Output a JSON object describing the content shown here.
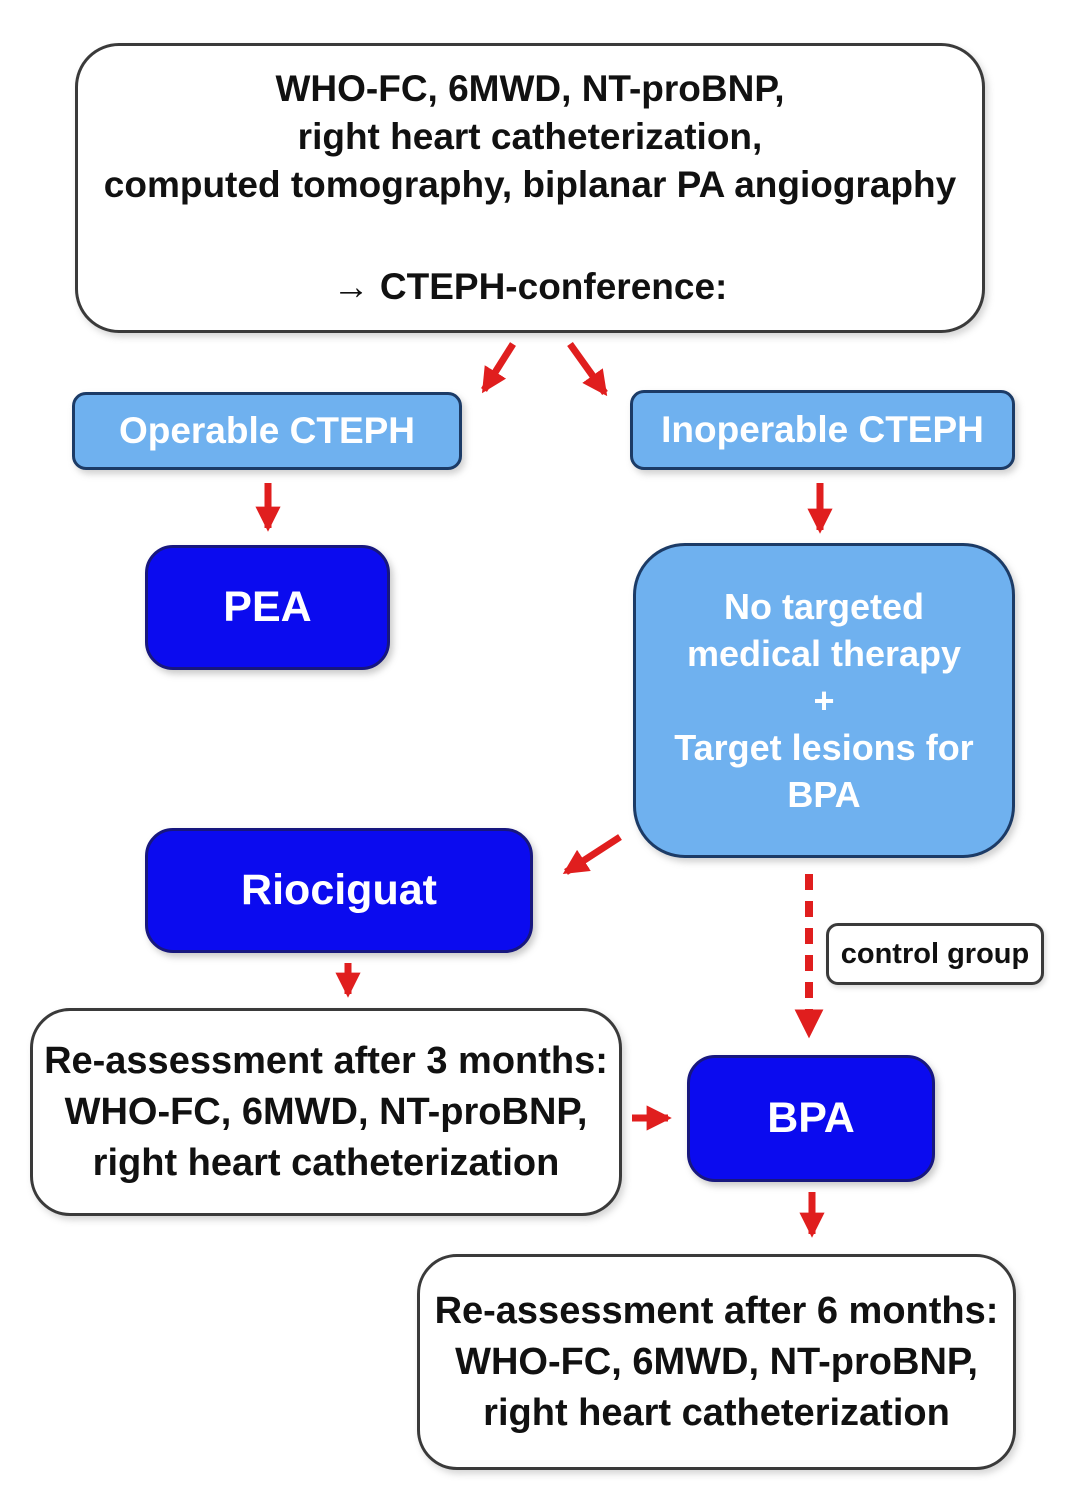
{
  "colors": {
    "light_blue": "#6FB1EF",
    "dark_blue": "#0B0BEF",
    "red": "#E01E1E",
    "light_blue_border": "#1C3B66",
    "dark_blue_border": "#17177E",
    "white_box_border": "#3A3A3A"
  },
  "nodes": {
    "assessment": {
      "lines": [
        "WHO-FC, 6MWD, NT-proBNP,",
        "right heart catheterization,",
        "computed tomography, biplanar PA angiography"
      ],
      "conference": "→ CTEPH-conference:"
    },
    "operable": {
      "label": "Operable CTEPH"
    },
    "inoperable": {
      "label": "Inoperable CTEPH"
    },
    "pea": {
      "label": "PEA"
    },
    "no_targeted": {
      "lines": [
        "No targeted",
        "medical therapy",
        "+",
        "Target lesions for",
        "BPA"
      ]
    },
    "riociguat": {
      "label": "Riociguat"
    },
    "control_group": {
      "label": "control group"
    },
    "reassess_3m": {
      "lines": [
        "Re-assessment after 3 months:",
        "WHO-FC, 6MWD, NT-proBNP,",
        "right heart catheterization"
      ]
    },
    "bpa": {
      "label": "BPA"
    },
    "reassess_6m": {
      "lines": [
        "Re-assessment after 6 months:",
        "WHO-FC, 6MWD, NT-proBNP,",
        "right heart catheterization"
      ]
    }
  }
}
